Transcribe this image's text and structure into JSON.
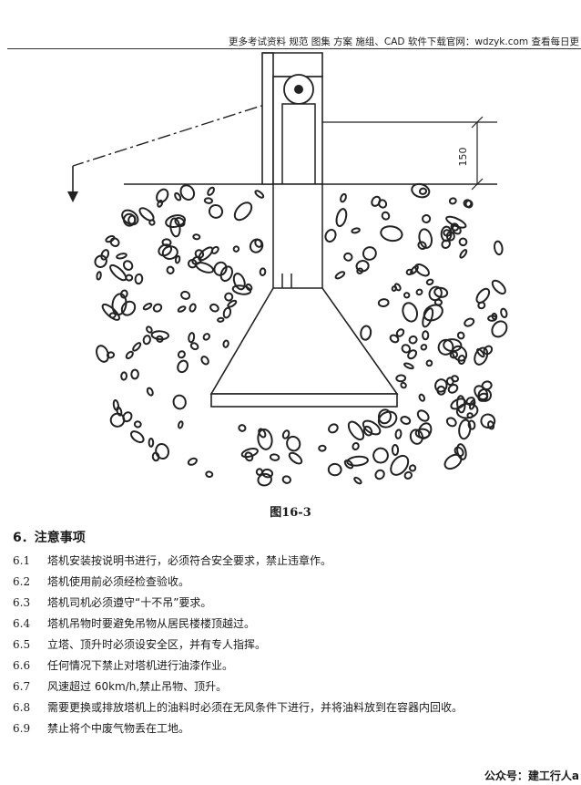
{
  "header": {
    "text": "更多考试资料 规范 图集 方案 施组、CAD 软件下载官网：wdzyk.com 查看每日更"
  },
  "figure": {
    "dimension_label": "150",
    "caption": "图16-3"
  },
  "section": {
    "title": "6．注意事项",
    "items": [
      {
        "num": "6.1",
        "text": "塔机安装按说明书进行，必须符合安全要求，禁止违章作。"
      },
      {
        "num": "6.2",
        "text": "塔机使用前必须经检查验收。"
      },
      {
        "num": "6.3",
        "text": "塔机司机必须遵守“十不吊”要求。"
      },
      {
        "num": "6.4",
        "text": "塔机吊物时要避免吊物从居民楼楼顶越过。"
      },
      {
        "num": "6.5",
        "text": "立塔、顶升时必须设安全区，并有专人指挥。"
      },
      {
        "num": "6.6",
        "text": "任何情况下禁止对塔机进行油漆作业。"
      },
      {
        "num": "6.7",
        "text": "风速超过 60km/h,禁止吊物、顶升。"
      },
      {
        "num": "6.8",
        "text": "需要更换或排放塔机上的油料时必须在无风条件下进行，并将油料放到在容器内回收。"
      },
      {
        "num": "6.9",
        "text": "禁止将个中废气物丢在工地。"
      }
    ]
  },
  "footer": {
    "text": "公众号：建工行人a"
  }
}
